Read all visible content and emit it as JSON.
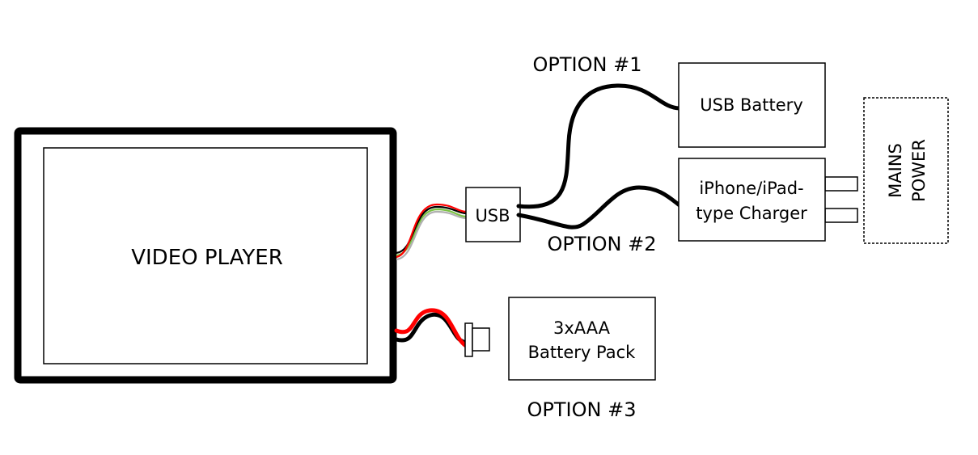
{
  "diagram": {
    "video_player": {
      "label": "VIDEO PLAYER"
    },
    "usb_connector": {
      "label": "USB"
    },
    "usb_battery": {
      "label": "USB Battery"
    },
    "charger": {
      "line1": "iPhone/iPad-",
      "line2": "type Charger"
    },
    "mains_power": {
      "line1": "MAINS",
      "line2": "POWER"
    },
    "battery_pack": {
      "line1": "3xAAA",
      "line2": "Battery Pack"
    },
    "options": {
      "option1": "OPTION #1",
      "option2": "OPTION #2",
      "option3": "OPTION #3"
    },
    "colors": {
      "wire_black": "#000000",
      "wire_red": "#ff0000",
      "wire_green": "#7ac143",
      "wire_white": "#b0b0b0"
    }
  }
}
